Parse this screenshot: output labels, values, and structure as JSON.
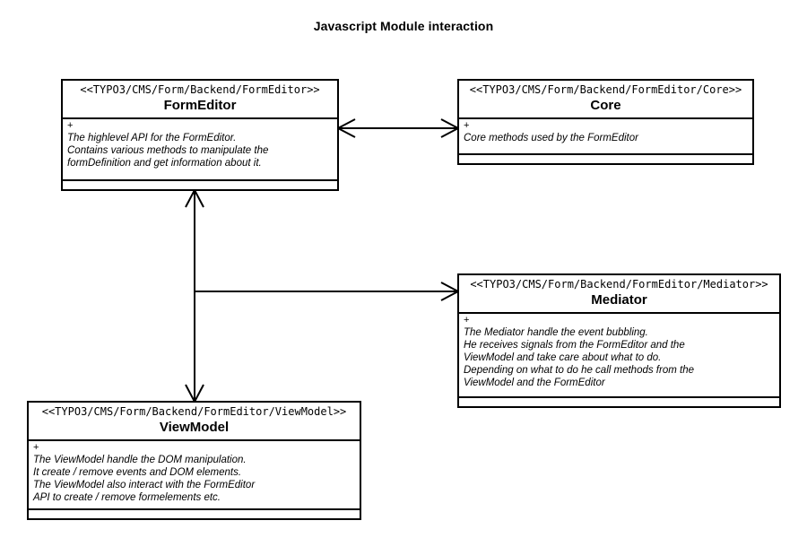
{
  "diagram": {
    "title": "Javascript Module interaction",
    "type": "uml-class-diagram",
    "background_color": "#ffffff",
    "line_color": "#000000"
  },
  "boxes": [
    {
      "id": "formeditor",
      "stereotype": "<<TYPO3/CMS/Form/Backend/FormEditor>>",
      "name": "FormEditor",
      "visibility": "+",
      "description": [
        "The highlevel API for the FormEditor.",
        "Contains various methods to manipulate the",
        "formDefinition and get information about it."
      ]
    },
    {
      "id": "core",
      "stereotype": "<<TYPO3/CMS/Form/Backend/FormEditor/Core>>",
      "name": "Core",
      "visibility": "+",
      "description": [
        "Core methods used by the FormEditor"
      ]
    },
    {
      "id": "mediator",
      "stereotype": "<<TYPO3/CMS/Form/Backend/FormEditor/Mediator>>",
      "name": "Mediator",
      "visibility": "+",
      "description": [
        "The Mediator handle the event bubbling.",
        "He receives signals from the FormEditor and the",
        "ViewModel and take care about what to do.",
        "Depending on what to do he call methods from the",
        "ViewModel and the FormEditor"
      ]
    },
    {
      "id": "viewmodel",
      "stereotype": "<<TYPO3/CMS/Form/Backend/FormEditor/ViewModel>>",
      "name": "ViewModel",
      "visibility": "+",
      "description": [
        "The ViewModel handle the DOM manipulation.",
        "It create / remove events and DOM elements.",
        "The ViewModel also interact with the FormEditor",
        "API to create / remove formelements etc."
      ]
    }
  ],
  "connections": [
    {
      "id": "formeditor-core",
      "from": "formeditor",
      "to": "core",
      "arrows": "both"
    },
    {
      "id": "formeditor-viewmodel",
      "from": "formeditor",
      "to": "viewmodel",
      "arrows": "both"
    },
    {
      "id": "formeditor-viewmodel-mediator",
      "from": "formeditor-viewmodel",
      "to": "mediator",
      "arrows": "to"
    }
  ]
}
